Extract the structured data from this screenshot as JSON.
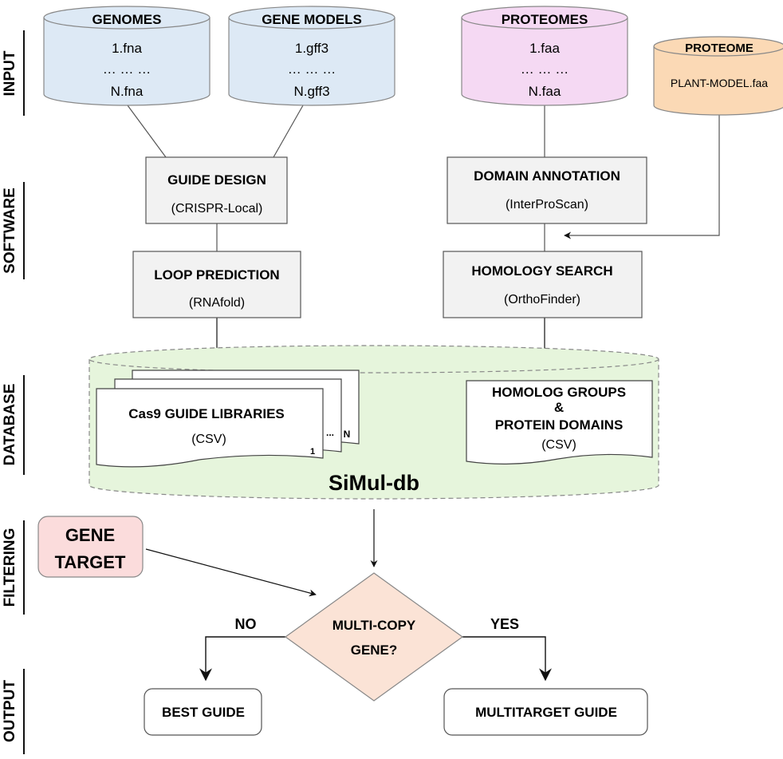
{
  "stages": {
    "input": "INPUT",
    "software": "SOFTWARE",
    "database": "DATABASE",
    "filtering": "FILTERING",
    "output": "OUTPUT"
  },
  "inputs": {
    "genomes": {
      "title": "GENOMES",
      "first": "1.fna",
      "dots": "… … …",
      "last": "N.fna",
      "color": "#dde9f5"
    },
    "gene_models": {
      "title": "GENE MODELS",
      "first": "1.gff3",
      "dots": "… … …",
      "last": "N.gff3",
      "color": "#dde9f5"
    },
    "proteomes": {
      "title": "PROTEOMES",
      "first": "1.faa",
      "dots": "… … …",
      "last": "N.faa",
      "color": "#f5d9f3"
    },
    "proteome": {
      "title": "PROTEOME",
      "file": "PLANT-MODEL.faa",
      "color": "#fbd9b5"
    }
  },
  "software": {
    "guide_design": {
      "title": "GUIDE DESIGN",
      "tool": "(CRISPR-Local)"
    },
    "loop_prediction": {
      "title": "LOOP PREDICTION",
      "tool": "(RNAfold)"
    },
    "domain_annotation": {
      "title": "DOMAIN ANNOTATION",
      "tool": "(InterProScan)"
    },
    "homology_search": {
      "title": "HOMOLOGY SEARCH",
      "tool": "(OrthoFinder)"
    }
  },
  "database": {
    "name": "SiMul-db",
    "color": "#e6f5dc",
    "guides": {
      "title": "Cas9 GUIDE LIBRARIES",
      "format": "(CSV)",
      "page_first": "1",
      "page_dots": "...",
      "page_last": "N"
    },
    "homologs": {
      "line1": "HOMOLOG GROUPS",
      "line2": "&",
      "line3": "PROTEIN DOMAINS",
      "format": "(CSV)"
    }
  },
  "filtering": {
    "gene_target": {
      "line1": "GENE",
      "line2": "TARGET",
      "color": "#fbdcdc"
    },
    "decision": {
      "line1": "MULTI-COPY",
      "line2": "GENE?",
      "color": "#fbe3d6"
    },
    "no_label": "NO",
    "yes_label": "YES"
  },
  "outputs": {
    "best": "BEST GUIDE",
    "multitarget": "MULTITARGET GUIDE"
  }
}
